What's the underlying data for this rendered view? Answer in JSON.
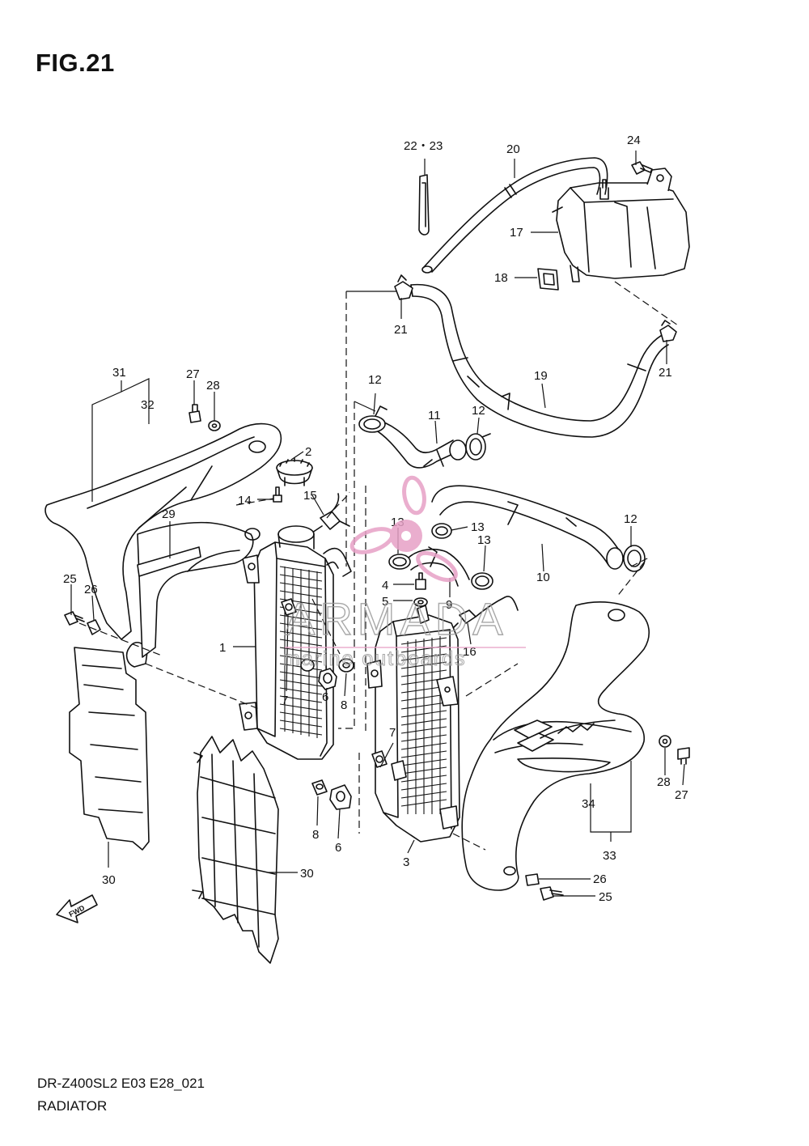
{
  "figure": {
    "title": "FIG.21",
    "model_code": "DR-Z400SL2 E03 E28_021",
    "section_name": "RADIATOR"
  },
  "watermark": {
    "brand": "ARMADA",
    "tagline": "marine outboards",
    "color": "#e7a1c6"
  },
  "direction_arrow": "FWD",
  "callouts": [
    {
      "id": "c1",
      "label": "1"
    },
    {
      "id": "c2",
      "label": "2"
    },
    {
      "id": "c3",
      "label": "3"
    },
    {
      "id": "c4",
      "label": "4"
    },
    {
      "id": "c5",
      "label": "5"
    },
    {
      "id": "c6a",
      "label": "6"
    },
    {
      "id": "c6b",
      "label": "6"
    },
    {
      "id": "c7a",
      "label": "7"
    },
    {
      "id": "c7b",
      "label": "7"
    },
    {
      "id": "c8a",
      "label": "8"
    },
    {
      "id": "c8b",
      "label": "8"
    },
    {
      "id": "c9",
      "label": "9"
    },
    {
      "id": "c10",
      "label": "10"
    },
    {
      "id": "c11",
      "label": "11"
    },
    {
      "id": "c12a",
      "label": "12"
    },
    {
      "id": "c12b",
      "label": "12"
    },
    {
      "id": "c12c",
      "label": "12"
    },
    {
      "id": "c13a",
      "label": "13"
    },
    {
      "id": "c13b",
      "label": "13"
    },
    {
      "id": "c13c",
      "label": "13"
    },
    {
      "id": "c14",
      "label": "14"
    },
    {
      "id": "c15",
      "label": "15"
    },
    {
      "id": "c16",
      "label": "16"
    },
    {
      "id": "c17",
      "label": "17"
    },
    {
      "id": "c18",
      "label": "18"
    },
    {
      "id": "c19",
      "label": "19"
    },
    {
      "id": "c20",
      "label": "20"
    },
    {
      "id": "c21a",
      "label": "21"
    },
    {
      "id": "c21b",
      "label": "21"
    },
    {
      "id": "c22",
      "label": "22・23"
    },
    {
      "id": "c24",
      "label": "24"
    },
    {
      "id": "c25a",
      "label": "25"
    },
    {
      "id": "c25b",
      "label": "25"
    },
    {
      "id": "c26a",
      "label": "26"
    },
    {
      "id": "c26b",
      "label": "26"
    },
    {
      "id": "c27a",
      "label": "27"
    },
    {
      "id": "c27b",
      "label": "27"
    },
    {
      "id": "c28a",
      "label": "28"
    },
    {
      "id": "c28b",
      "label": "28"
    },
    {
      "id": "c29",
      "label": "29"
    },
    {
      "id": "c30a",
      "label": "30"
    },
    {
      "id": "c30b",
      "label": "30"
    },
    {
      "id": "c31",
      "label": "31"
    },
    {
      "id": "c32",
      "label": "32"
    },
    {
      "id": "c33",
      "label": "33"
    },
    {
      "id": "c34",
      "label": "34"
    }
  ]
}
